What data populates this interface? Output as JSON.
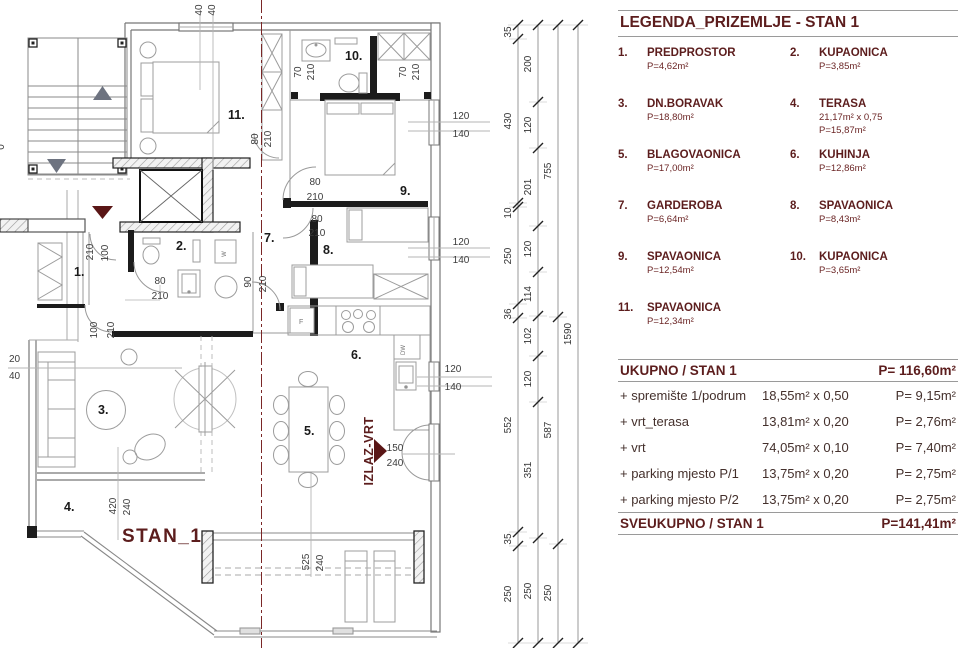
{
  "legend": {
    "title": "LEGENDA_PRIZEMLJE - STAN 1",
    "items": [
      {
        "no": "1.",
        "name": "PREDPROSTOR",
        "lines": [
          "P=4,62m²",
          ""
        ]
      },
      {
        "no": "2.",
        "name": "KUPAONICA",
        "lines": [
          "P=3,85m²",
          ""
        ]
      },
      {
        "no": "3.",
        "name": "DN.BORAVAK",
        "lines": [
          "P=18,80m²",
          ""
        ]
      },
      {
        "no": "4.",
        "name": "TERASA",
        "lines": [
          "21,17m² x 0,75",
          "P=15,87m²"
        ]
      },
      {
        "no": "5.",
        "name": "BLAGOVAONICA",
        "lines": [
          "P=17,00m²",
          ""
        ]
      },
      {
        "no": "6.",
        "name": "KUHINJA",
        "lines": [
          "P=12,86m²",
          ""
        ]
      },
      {
        "no": "7.",
        "name": "GARDEROBA",
        "lines": [
          "P=6,64m²",
          ""
        ]
      },
      {
        "no": "8.",
        "name": "SPAVAONICA",
        "lines": [
          "P=8,43m²",
          ""
        ]
      },
      {
        "no": "9.",
        "name": "SPAVAONICA",
        "lines": [
          "P=12,54m²",
          ""
        ]
      },
      {
        "no": "10.",
        "name": "KUPAONICA",
        "lines": [
          "P=3,65m²",
          ""
        ]
      },
      {
        "no": "11.",
        "name": "SPAVAONICA",
        "lines": [
          "P=12,34m²",
          ""
        ]
      }
    ],
    "summary": {
      "header": {
        "label": "UKUPNO / STAN 1",
        "value": "P= 116,60m²"
      },
      "rows": [
        {
          "label": "+ spremište 1/podrum",
          "calc": "18,55m² x 0,50",
          "value": "P= 9,15m²"
        },
        {
          "label": "+ vrt_terasa",
          "calc": "13,81m² x 0,20",
          "value": "P= 2,76m²"
        },
        {
          "label": "+ vrt",
          "calc": "74,05m² x 0,10",
          "value": "P= 7,40m²"
        },
        {
          "label": "+ parking mjesto P/1",
          "calc": "13,75m² x 0,20",
          "value": "P= 2,75m²"
        },
        {
          "label": "+ parking mjesto P/2",
          "calc": "13,75m² x 0,20",
          "value": "P= 2,75m²"
        }
      ],
      "total": {
        "label": "SVEUKUPNO / STAN 1",
        "value": "P=141,41m²"
      }
    }
  },
  "plan": {
    "stan_label": "STAN_1",
    "izlaz_label": "IZLAZ-VRT",
    "rooms": [
      "1.",
      "2.",
      "3.",
      "4.",
      "5.",
      "6.",
      "7.",
      "8.",
      "9.",
      "10.",
      "11."
    ],
    "appliances": {
      "f": "F",
      "dw": "DW",
      "w": "W"
    },
    "dims": {
      "top": [
        "40",
        "40"
      ],
      "left_edge": [
        "0",
        "20",
        "40"
      ],
      "r10_left": [
        "70",
        "210"
      ],
      "r10_right": [
        "70",
        "210"
      ],
      "win1": [
        "120",
        "140"
      ],
      "win2": [
        "120",
        "140"
      ],
      "win3": [
        "120",
        "140"
      ],
      "door11": [
        "80",
        "210"
      ],
      "door9": [
        "80",
        "210"
      ],
      "door8": [
        "80",
        "210"
      ],
      "hall_door": [
        "90",
        "210"
      ],
      "entry": [
        "210",
        "100"
      ],
      "door2": [
        "80",
        "210"
      ],
      "door3": [
        "100",
        "210"
      ],
      "exit": [
        "150",
        "240"
      ],
      "terrace4": [
        "420",
        "240"
      ],
      "terrace5": [
        "525",
        "240"
      ]
    }
  },
  "chains": {
    "c1": [
      "35",
      "430",
      "10",
      "250",
      "36",
      "552",
      "35",
      "250"
    ],
    "c2": [
      "200",
      "120",
      "201",
      "120",
      "114",
      "102",
      "120",
      "351",
      "250"
    ],
    "c3": [
      "755",
      "587",
      "250"
    ],
    "c4": [
      "1590"
    ]
  }
}
